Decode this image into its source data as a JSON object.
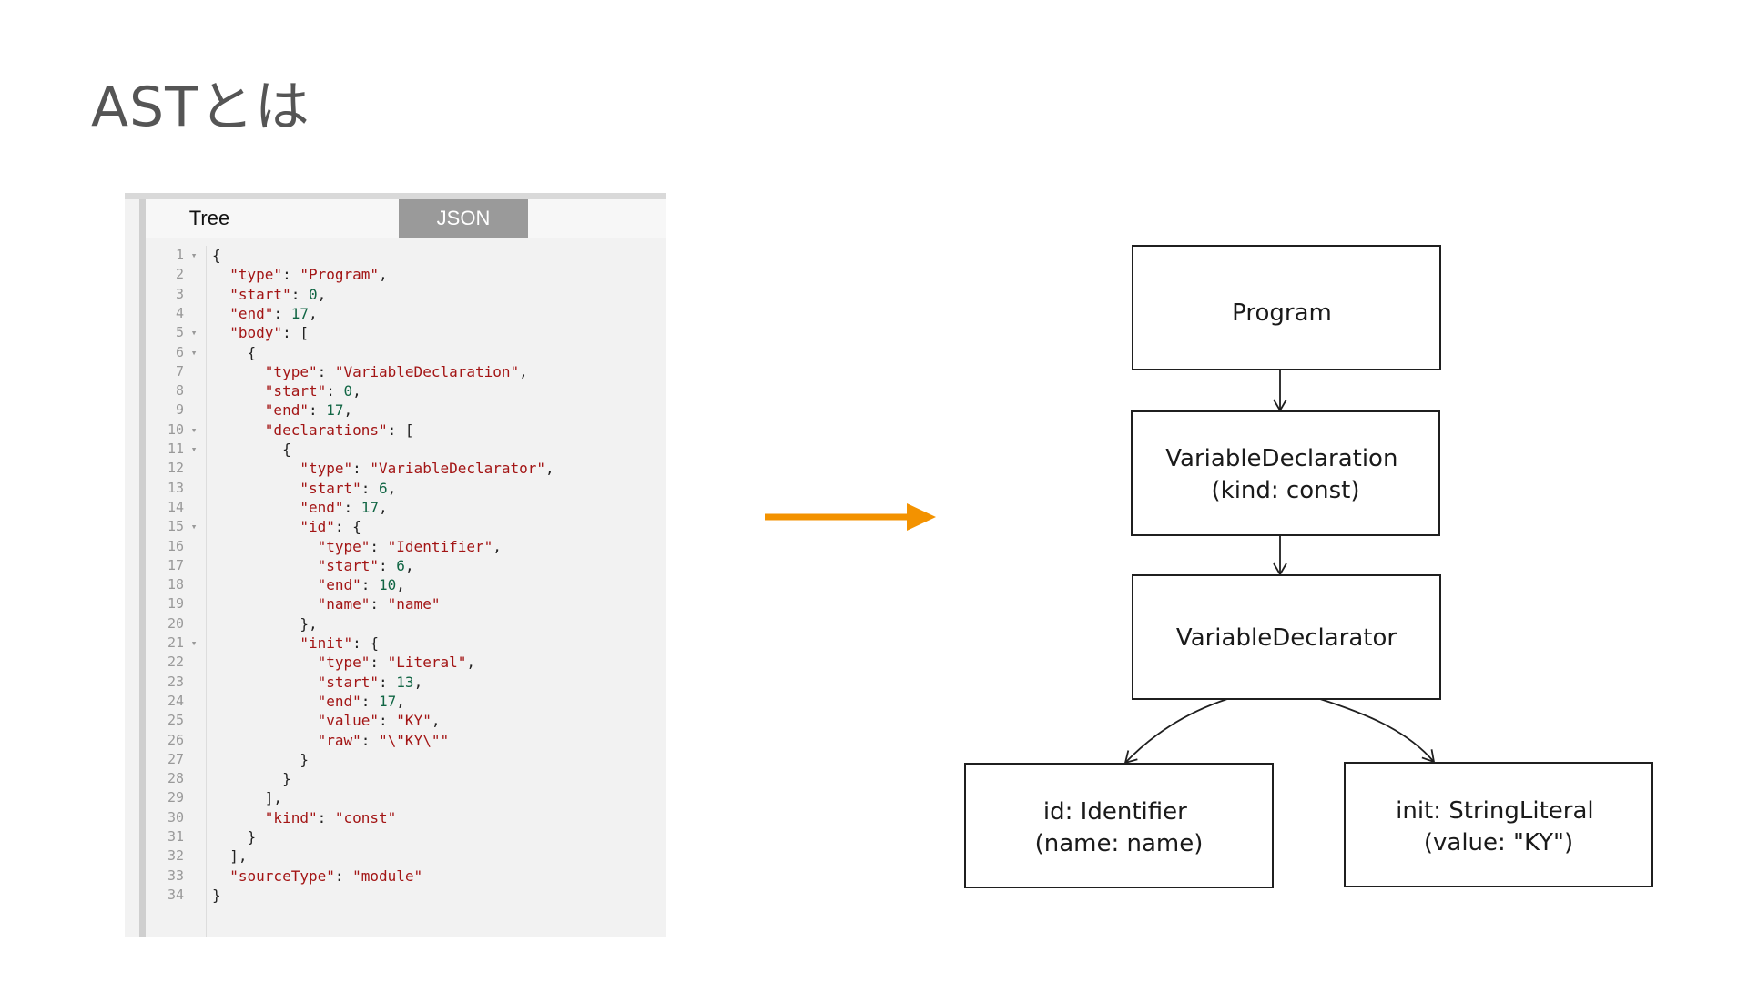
{
  "title": "ASTとは",
  "editor": {
    "tabs": [
      {
        "label": "Tree",
        "active": false
      },
      {
        "label": "JSON",
        "active": true
      }
    ],
    "lines": [
      {
        "n": "1",
        "fold": true,
        "indent": 0,
        "tokens": [
          [
            "p",
            "{"
          ]
        ]
      },
      {
        "n": "2",
        "fold": false,
        "indent": 1,
        "tokens": [
          [
            "k",
            "\"type\""
          ],
          [
            "p",
            ": "
          ],
          [
            "s",
            "\"Program\""
          ],
          [
            "p",
            ","
          ]
        ]
      },
      {
        "n": "3",
        "fold": false,
        "indent": 1,
        "tokens": [
          [
            "k",
            "\"start\""
          ],
          [
            "p",
            ": "
          ],
          [
            "n",
            "0"
          ],
          [
            "p",
            ","
          ]
        ]
      },
      {
        "n": "4",
        "fold": false,
        "indent": 1,
        "tokens": [
          [
            "k",
            "\"end\""
          ],
          [
            "p",
            ": "
          ],
          [
            "n",
            "17"
          ],
          [
            "p",
            ","
          ]
        ]
      },
      {
        "n": "5",
        "fold": true,
        "indent": 1,
        "tokens": [
          [
            "k",
            "\"body\""
          ],
          [
            "p",
            ": ["
          ]
        ]
      },
      {
        "n": "6",
        "fold": true,
        "indent": 2,
        "tokens": [
          [
            "p",
            "{"
          ]
        ]
      },
      {
        "n": "7",
        "fold": false,
        "indent": 3,
        "tokens": [
          [
            "k",
            "\"type\""
          ],
          [
            "p",
            ": "
          ],
          [
            "s",
            "\"VariableDeclaration\""
          ],
          [
            "p",
            ","
          ]
        ]
      },
      {
        "n": "8",
        "fold": false,
        "indent": 3,
        "tokens": [
          [
            "k",
            "\"start\""
          ],
          [
            "p",
            ": "
          ],
          [
            "n",
            "0"
          ],
          [
            "p",
            ","
          ]
        ]
      },
      {
        "n": "9",
        "fold": false,
        "indent": 3,
        "tokens": [
          [
            "k",
            "\"end\""
          ],
          [
            "p",
            ": "
          ],
          [
            "n",
            "17"
          ],
          [
            "p",
            ","
          ]
        ]
      },
      {
        "n": "10",
        "fold": true,
        "indent": 3,
        "tokens": [
          [
            "k",
            "\"declarations\""
          ],
          [
            "p",
            ": ["
          ]
        ]
      },
      {
        "n": "11",
        "fold": true,
        "indent": 4,
        "tokens": [
          [
            "p",
            "{"
          ]
        ]
      },
      {
        "n": "12",
        "fold": false,
        "indent": 5,
        "tokens": [
          [
            "k",
            "\"type\""
          ],
          [
            "p",
            ": "
          ],
          [
            "s",
            "\"VariableDeclarator\""
          ],
          [
            "p",
            ","
          ]
        ]
      },
      {
        "n": "13",
        "fold": false,
        "indent": 5,
        "tokens": [
          [
            "k",
            "\"start\""
          ],
          [
            "p",
            ": "
          ],
          [
            "n",
            "6"
          ],
          [
            "p",
            ","
          ]
        ]
      },
      {
        "n": "14",
        "fold": false,
        "indent": 5,
        "tokens": [
          [
            "k",
            "\"end\""
          ],
          [
            "p",
            ": "
          ],
          [
            "n",
            "17"
          ],
          [
            "p",
            ","
          ]
        ]
      },
      {
        "n": "15",
        "fold": true,
        "indent": 5,
        "tokens": [
          [
            "k",
            "\"id\""
          ],
          [
            "p",
            ": {"
          ]
        ]
      },
      {
        "n": "16",
        "fold": false,
        "indent": 6,
        "tokens": [
          [
            "k",
            "\"type\""
          ],
          [
            "p",
            ": "
          ],
          [
            "s",
            "\"Identifier\""
          ],
          [
            "p",
            ","
          ]
        ]
      },
      {
        "n": "17",
        "fold": false,
        "indent": 6,
        "tokens": [
          [
            "k",
            "\"start\""
          ],
          [
            "p",
            ": "
          ],
          [
            "n",
            "6"
          ],
          [
            "p",
            ","
          ]
        ]
      },
      {
        "n": "18",
        "fold": false,
        "indent": 6,
        "tokens": [
          [
            "k",
            "\"end\""
          ],
          [
            "p",
            ": "
          ],
          [
            "n",
            "10"
          ],
          [
            "p",
            ","
          ]
        ]
      },
      {
        "n": "19",
        "fold": false,
        "indent": 6,
        "tokens": [
          [
            "k",
            "\"name\""
          ],
          [
            "p",
            ": "
          ],
          [
            "s",
            "\"name\""
          ]
        ]
      },
      {
        "n": "20",
        "fold": false,
        "indent": 5,
        "tokens": [
          [
            "p",
            "},"
          ]
        ]
      },
      {
        "n": "21",
        "fold": true,
        "indent": 5,
        "tokens": [
          [
            "k",
            "\"init\""
          ],
          [
            "p",
            ": {"
          ]
        ]
      },
      {
        "n": "22",
        "fold": false,
        "indent": 6,
        "tokens": [
          [
            "k",
            "\"type\""
          ],
          [
            "p",
            ": "
          ],
          [
            "s",
            "\"Literal\""
          ],
          [
            "p",
            ","
          ]
        ]
      },
      {
        "n": "23",
        "fold": false,
        "indent": 6,
        "tokens": [
          [
            "k",
            "\"start\""
          ],
          [
            "p",
            ": "
          ],
          [
            "n",
            "13"
          ],
          [
            "p",
            ","
          ]
        ]
      },
      {
        "n": "24",
        "fold": false,
        "indent": 6,
        "tokens": [
          [
            "k",
            "\"end\""
          ],
          [
            "p",
            ": "
          ],
          [
            "n",
            "17"
          ],
          [
            "p",
            ","
          ]
        ]
      },
      {
        "n": "25",
        "fold": false,
        "indent": 6,
        "tokens": [
          [
            "k",
            "\"value\""
          ],
          [
            "p",
            ": "
          ],
          [
            "s",
            "\"KY\""
          ],
          [
            "p",
            ","
          ]
        ]
      },
      {
        "n": "26",
        "fold": false,
        "indent": 6,
        "tokens": [
          [
            "k",
            "\"raw\""
          ],
          [
            "p",
            ": "
          ],
          [
            "s",
            "\"\\\"KY\\\"\""
          ]
        ]
      },
      {
        "n": "27",
        "fold": false,
        "indent": 5,
        "tokens": [
          [
            "p",
            "}"
          ]
        ]
      },
      {
        "n": "28",
        "fold": false,
        "indent": 4,
        "tokens": [
          [
            "p",
            "}"
          ]
        ]
      },
      {
        "n": "29",
        "fold": false,
        "indent": 3,
        "tokens": [
          [
            "p",
            "],"
          ]
        ]
      },
      {
        "n": "30",
        "fold": false,
        "indent": 3,
        "tokens": [
          [
            "k",
            "\"kind\""
          ],
          [
            "p",
            ": "
          ],
          [
            "s",
            "\"const\""
          ]
        ]
      },
      {
        "n": "31",
        "fold": false,
        "indent": 2,
        "tokens": [
          [
            "p",
            "}"
          ]
        ]
      },
      {
        "n": "32",
        "fold": false,
        "indent": 1,
        "tokens": [
          [
            "p",
            "],"
          ]
        ]
      },
      {
        "n": "33",
        "fold": false,
        "indent": 1,
        "tokens": [
          [
            "k",
            "\"sourceType\""
          ],
          [
            "p",
            ": "
          ],
          [
            "s",
            "\"module\""
          ]
        ]
      },
      {
        "n": "34",
        "fold": false,
        "indent": 0,
        "tokens": [
          [
            "p",
            "}"
          ]
        ]
      }
    ]
  },
  "arrow": {
    "color": "#f39200"
  },
  "tree": {
    "program": {
      "lines": [
        "Program"
      ]
    },
    "variable_declaration": {
      "lines": [
        "VariableDeclaration",
        "(kind: const)"
      ]
    },
    "variable_declarator": {
      "lines": [
        "VariableDeclarator"
      ]
    },
    "identifier": {
      "lines": [
        "id: Identifier",
        "(name: name)"
      ]
    },
    "string_literal": {
      "lines": [
        "init: StringLiteral",
        "(value: \"KY\")"
      ]
    }
  }
}
